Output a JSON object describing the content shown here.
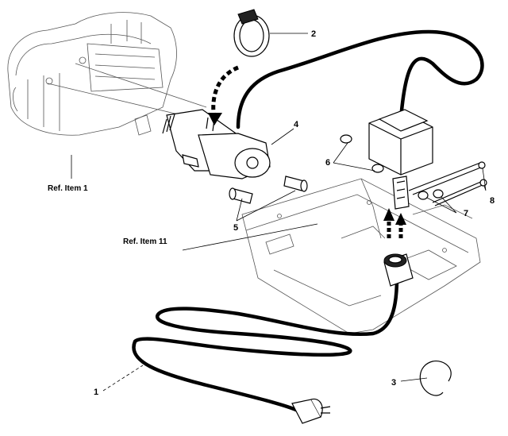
{
  "callouts": {
    "c1": "1",
    "c2": "2",
    "c3": "3",
    "c4": "4",
    "c5": "5",
    "c6": "6",
    "c7": "7",
    "c8": "8"
  },
  "references": {
    "ref_item_1": "Ref. Item 1",
    "ref_item_11": "Ref. Item 11"
  },
  "colors": {
    "ink": "#000000",
    "background": "#ffffff"
  }
}
